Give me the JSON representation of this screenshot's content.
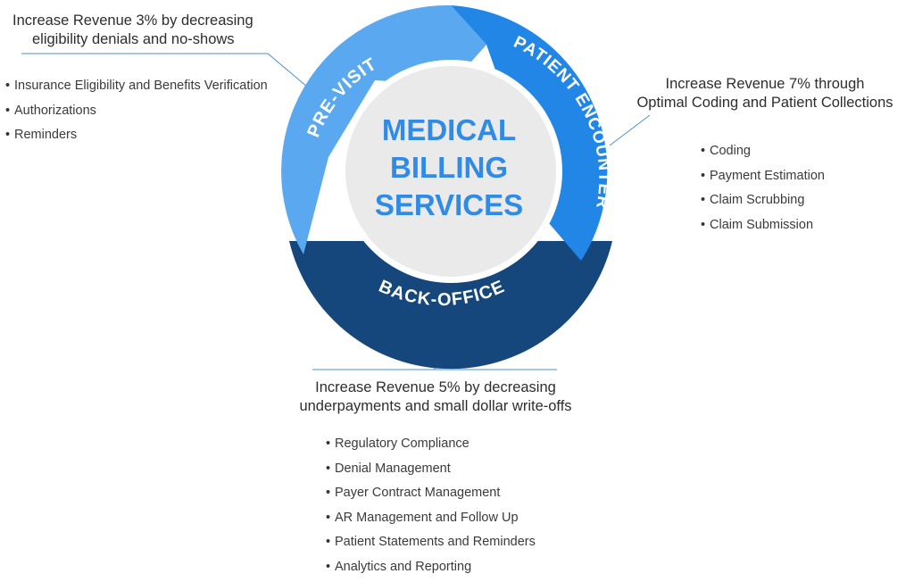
{
  "colors": {
    "pre_visit": "#5aa8f0",
    "patient_encounter": "#2186e6",
    "back_office": "#15477d",
    "center_fill": "#eaeaea",
    "center_text": "#2f8be6",
    "connector": "#4a8fd0"
  },
  "center": {
    "line1": "MEDICAL",
    "line2": "BILLING",
    "line3": "SERVICES"
  },
  "segments": {
    "pre_visit": "PRE-VISIT",
    "patient_encounter": "PATIENT ENCOUNTER",
    "back_office": "BACK-OFFICE"
  },
  "pre_visit": {
    "headline_line1": "Increase Revenue 3% by decreasing",
    "headline_line2": "eligibility denials and no-shows",
    "items": [
      "Insurance Eligibility and Benefits Verification",
      "Authorizations",
      "Reminders"
    ]
  },
  "patient_encounter": {
    "headline_line1": "Increase Revenue 7% through",
    "headline_line2": "Optimal Coding and Patient Collections",
    "items": [
      "Coding",
      "Payment Estimation",
      "Claim Scrubbing",
      "Claim Submission"
    ]
  },
  "back_office": {
    "headline_line1": "Increase Revenue 5% by decreasing",
    "headline_line2": "underpayments and small dollar write-offs",
    "items": [
      "Regulatory Compliance",
      "Denial Management",
      "Payer Contract Management",
      "AR Management and Follow Up",
      "Patient Statements and Reminders",
      "Analytics and Reporting"
    ]
  }
}
